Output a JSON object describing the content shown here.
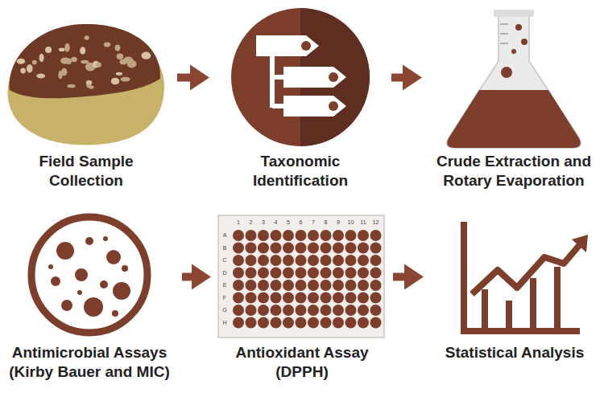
{
  "diagram": {
    "nodes": [
      {
        "text": [
          "Field Sample Collection"
        ]
      },
      {
        "text": [
          "Taxonomic Identification"
        ]
      },
      {
        "text": [
          "Crude Extraction and Rotary Evaporation"
        ]
      },
      {
        "text": [
          "Antimicrobial Assays (Kirby Bauer and MIC)"
        ]
      },
      {
        "text": [
          "Antioxidant Assay (DPPH)"
        ]
      },
      {
        "text": [
          "Statistical Analysis"
        ]
      }
    ],
    "edges": [
      {
        "from": 0,
        "to": 1,
        "arrow": "to"
      },
      {
        "from": 1,
        "to": 2,
        "arrow": "to"
      },
      {
        "from": 3,
        "to": 4,
        "arrow": "to"
      },
      {
        "from": 4,
        "to": 5,
        "arrow": "to"
      }
    ],
    "labels": [
      "1",
      "2",
      "3",
      "4",
      "5",
      "6",
      "7",
      "8",
      "9",
      "10",
      "11",
      "12",
      "A",
      "B",
      "C",
      "D",
      "E",
      "F",
      "G",
      "H"
    ]
  }
}
